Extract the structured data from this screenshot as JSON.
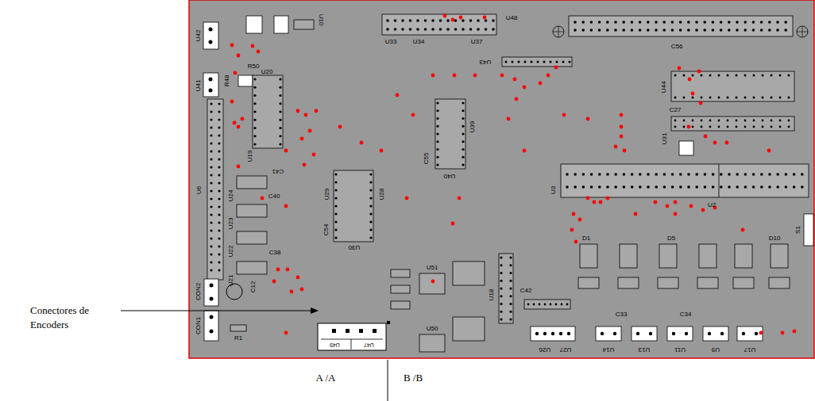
{
  "diagram": {
    "nodes": [
      {
        "text": [
          "U49",
          "U47"
        ]
      }
    ],
    "labels": [
      "Conectores de Encoders",
      "A /A",
      "B /B",
      "U42",
      "U41",
      "R48",
      "R50",
      "U10",
      "U20",
      "U19",
      "C41",
      "U6",
      "U24",
      "C40",
      "U23",
      "U22",
      "C38",
      "U21",
      "U29",
      "U28",
      "U30",
      "C54",
      "C55",
      "U40",
      "U39",
      "U33",
      "U34",
      "U37",
      "U48",
      "U43",
      "C56",
      "U44",
      "C27",
      "U31",
      "U3",
      "U2",
      "U51",
      "U50",
      "U18",
      "C42",
      "D1",
      "D5",
      "D10",
      "C33",
      "C34",
      "U26",
      "U27",
      "U14",
      "U13",
      "U11",
      "U9",
      "U17",
      "CON2",
      "CON1",
      "R1",
      "C12",
      "S1"
    ]
  }
}
